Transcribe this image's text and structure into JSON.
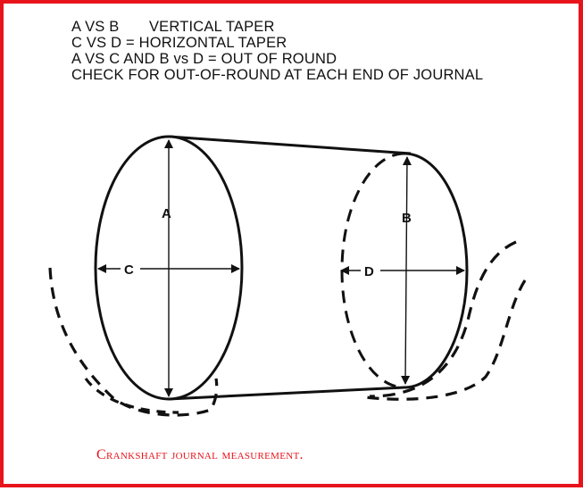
{
  "notes": [
    "A VS B       VERTICAL TAPER",
    "C VS D = HORIZONTAL TAPER",
    "A VS C AND B vs D = OUT OF ROUND",
    "CHECK FOR OUT-OF-ROUND AT EACH END OF JOURNAL"
  ],
  "diagram": {
    "labels": {
      "a": "A",
      "b": "B",
      "c": "C",
      "d": "D"
    }
  },
  "caption": "Crankshaft journal measurement.",
  "colors": {
    "frame": "#e8141b",
    "caption": "#e8141b",
    "line": "#111111",
    "background": "#ffffff"
  }
}
